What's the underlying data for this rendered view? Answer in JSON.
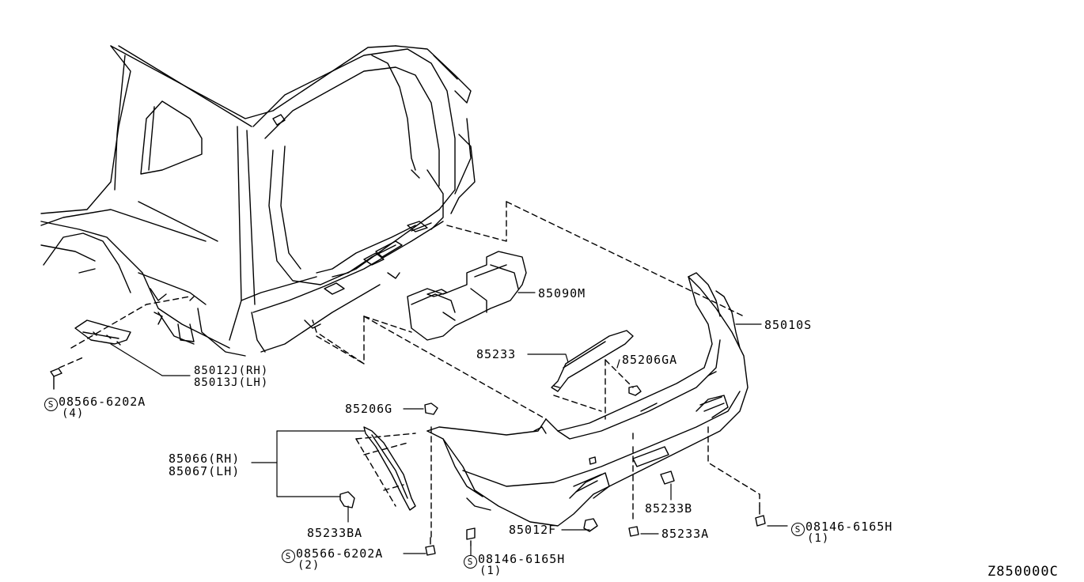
{
  "diagram_id": "Z850000C",
  "parts": {
    "p85090M": "85090M",
    "p85010S": "85010S",
    "p85233": "85233",
    "p85206GA": "85206GA",
    "p85012J": "85012J(RH)",
    "p85013J": "85013J(LH)",
    "bolt_left": "08566-6202A",
    "bolt_left_qty": "(4)",
    "p85206G": "85206G",
    "p85066": "85066(RH)",
    "p85067": "85067(LH)",
    "p85233BA": "85233BA",
    "bolt_bottom": "08566-6202A",
    "bolt_bottom_qty": "(2)",
    "screw_bottom": "08146-6165H",
    "screw_bottom_qty": "(1)",
    "p85012F": "85012F",
    "p85233A": "85233A",
    "p85233B": "85233B",
    "screw_right": "08146-6165H",
    "screw_right_qty": "(1)",
    "screw_symbol": "S"
  }
}
